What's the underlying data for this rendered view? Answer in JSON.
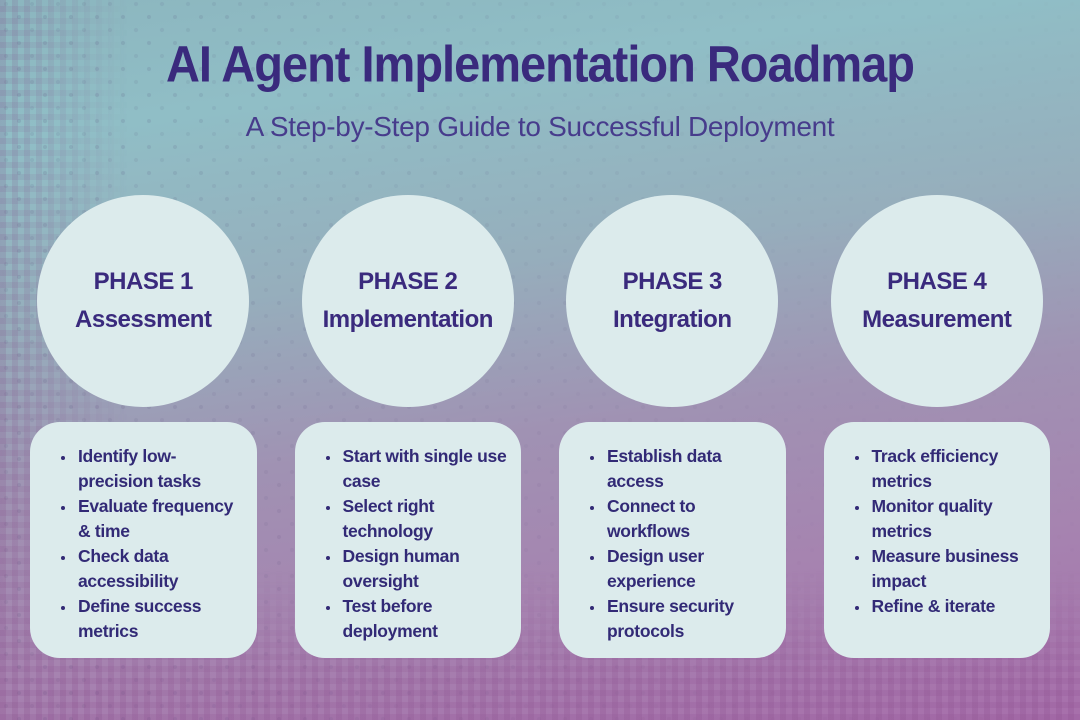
{
  "header": {
    "title": "AI Agent Implementation Roadmap",
    "subtitle": "A Step-by-Step Guide to Successful Deployment"
  },
  "phases": [
    {
      "label": "PHASE 1",
      "name": "Assessment",
      "bullets": [
        "Identify low-precision tasks",
        "Evaluate frequency & time",
        "Check data accessibility",
        "Define success metrics"
      ]
    },
    {
      "label": "PHASE 2",
      "name": "Implementation",
      "bullets": [
        "Start with single use case",
        "Select right technology",
        "Design human oversight",
        "Test before deployment"
      ]
    },
    {
      "label": "PHASE 3",
      "name": "Integration",
      "bullets": [
        "Establish data access",
        "Connect to workflows",
        "Design user experience",
        "Ensure security protocols"
      ]
    },
    {
      "label": "PHASE 4",
      "name": "Measurement",
      "bullets": [
        "Track efficiency metrics",
        "Monitor quality metrics",
        "Measure business impact",
        "Refine & iterate"
      ]
    }
  ],
  "colors": {
    "bg_teal": "#8cb6bf",
    "bg_teal_light": "#90bec6",
    "bg_mauve": "#a092b3",
    "bg_purple": "#a76fab",
    "panel_mint": "#dcebec",
    "ink_dark": "#3a2a7d",
    "ink_mid": "#473c8c",
    "ink_bullet": "#322a76"
  }
}
